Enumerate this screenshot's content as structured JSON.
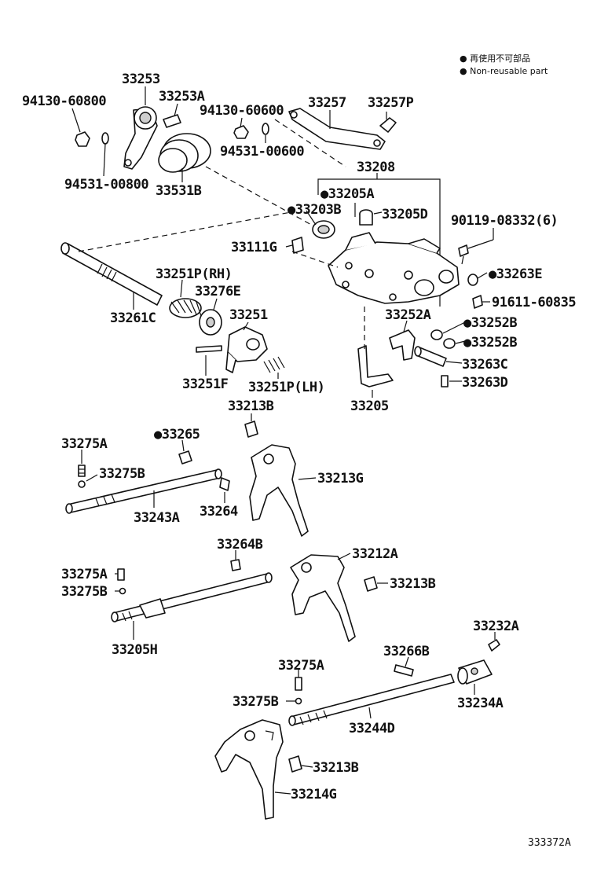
{
  "legend": {
    "line1": "● 再使用不可部品",
    "line2": "● Non-reusable part"
  },
  "labels": {
    "p33253": "33253",
    "p33253A": "33253A",
    "p94130_60800": "94130-60800",
    "p94531_00800": "94531-00800",
    "p33531B": "33531B",
    "p94130_60600": "94130-60600",
    "p94531_00600": "94531-00600",
    "p33257": "33257",
    "p33257P": "33257P",
    "p33208": "33208",
    "p33205A": "●33205A",
    "p33203B": "●33203B",
    "p33205D": "33205D",
    "p90119": "90119-08332(6)",
    "p33111G": "33111G",
    "p33263E": "●33263E",
    "p91611": "91611-60835",
    "p33251P_RH": "33251P(RH)",
    "p33276E": "33276E",
    "p33261C": "33261C",
    "p33251": "33251",
    "p33251F": "33251F",
    "p33251P_LH": "33251P(LH)",
    "p33252A": "33252A",
    "p33252B_1": "●33252B",
    "p33252B_2": "●33252B",
    "p33263C": "33263C",
    "p33263D": "33263D",
    "p33205": "33205",
    "p33213B_top": "33213B",
    "p33275A_1": "33275A",
    "p33265": "●33265",
    "p33275B_1": "33275B",
    "p33213G": "33213G",
    "p33243A": "33243A",
    "p33264": "33264",
    "p33264B": "33264B",
    "p33212A": "33212A",
    "p33275A_2": "33275A",
    "p33213B_mid": "33213B",
    "p33275B_2": "33275B",
    "p33205H": "33205H",
    "p33232A": "33232A",
    "p33266B": "33266B",
    "p33275A_3": "33275A",
    "p33234A": "33234A",
    "p33275B_3": "33275B",
    "p33244D": "33244D",
    "p33213B_bot": "33213B",
    "p33214G": "33214G"
  },
  "caption": "333372A"
}
